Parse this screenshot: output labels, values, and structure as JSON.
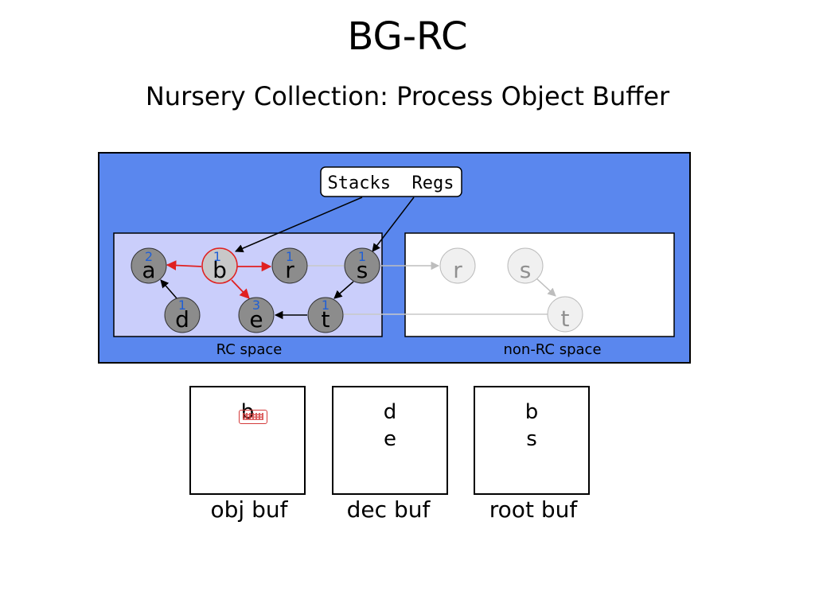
{
  "title": "BG-RC",
  "subtitle": "Nursery Collection: Process Object Buffer",
  "diagram": {
    "stack_box_label": "Stacks  Regs",
    "rc_space_label": "RC space",
    "non_rc_space_label": "non-RC space",
    "rc_nodes": [
      {
        "id": "a",
        "label": "a",
        "count": "2",
        "highlight": false
      },
      {
        "id": "b",
        "label": "b",
        "count": "1",
        "highlight": true
      },
      {
        "id": "r",
        "label": "r",
        "count": "1",
        "highlight": false
      },
      {
        "id": "s",
        "label": "s",
        "count": "1",
        "highlight": false
      },
      {
        "id": "d",
        "label": "d",
        "count": "1",
        "highlight": false
      },
      {
        "id": "e",
        "label": "e",
        "count": "3",
        "highlight": false
      },
      {
        "id": "t",
        "label": "t",
        "count": "1",
        "highlight": false
      }
    ],
    "non_rc_nodes": [
      {
        "id": "r2",
        "label": "r"
      },
      {
        "id": "s2",
        "label": "s"
      },
      {
        "id": "t2",
        "label": "t"
      }
    ],
    "colors": {
      "outer_bg": "#5a87ee",
      "rc_space_bg": "#cacefb",
      "node_fill": "#8c8c8c",
      "highlight_fill": "#c8c8c8",
      "highlight_edge": "#e02020",
      "ghost_fill": "#f0f0f0",
      "ghost_text": "#909090",
      "count_text": "#1f5fd6"
    }
  },
  "buffers": [
    {
      "name": "obj buf",
      "items": [
        "b"
      ]
    },
    {
      "name": "dec buf",
      "items": [
        "d",
        "e"
      ]
    },
    {
      "name": "root buf",
      "items": [
        "b",
        "s"
      ]
    }
  ]
}
